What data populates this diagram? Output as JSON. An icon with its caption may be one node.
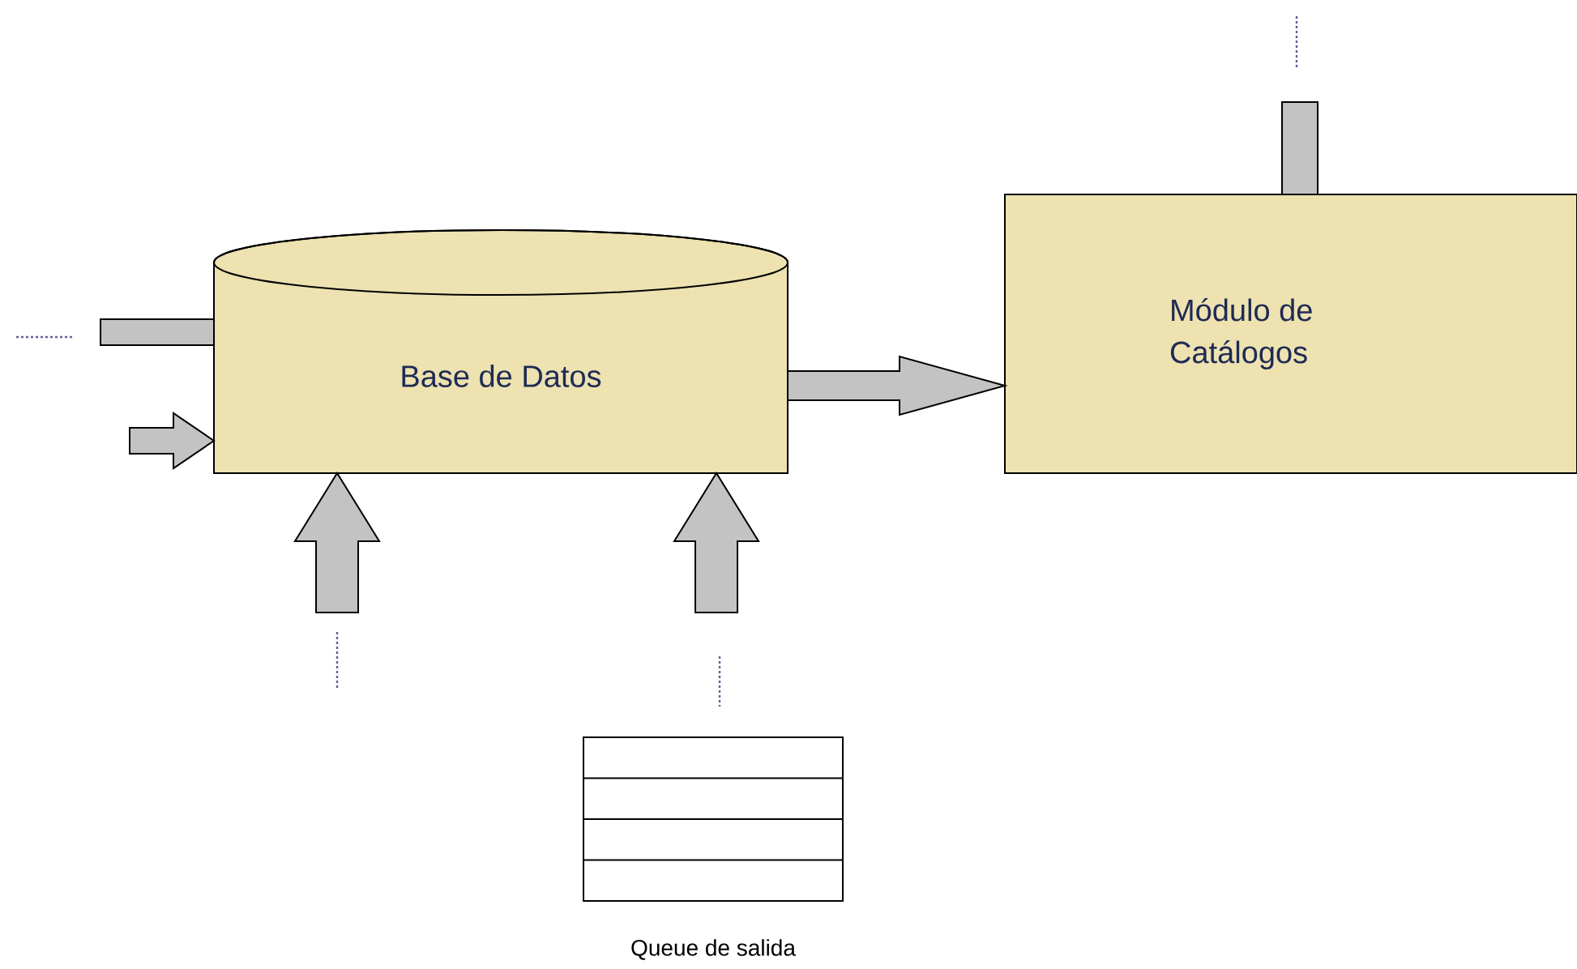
{
  "diagram": {
    "nodes": [
      {
        "text": [
          "Base de Datos"
        ]
      },
      {
        "text": [
          "Módulo de Catálogos"
        ]
      },
      {
        "text": [],
        "shape": "box",
        "beside": [
          "Queue de salida"
        ]
      }
    ],
    "edges": [
      {
        "from": 0,
        "to": 1,
        "arrow": "to"
      },
      {
        "from": null,
        "to": 0,
        "arrow": "none"
      },
      {
        "from": null,
        "to": 0,
        "arrow": "to"
      },
      {
        "from": null,
        "to": 0,
        "arrow": "to"
      },
      {
        "from": null,
        "to": 0,
        "arrow": "to"
      },
      {
        "from": null,
        "to": 1,
        "arrow": "none"
      }
    ]
  }
}
